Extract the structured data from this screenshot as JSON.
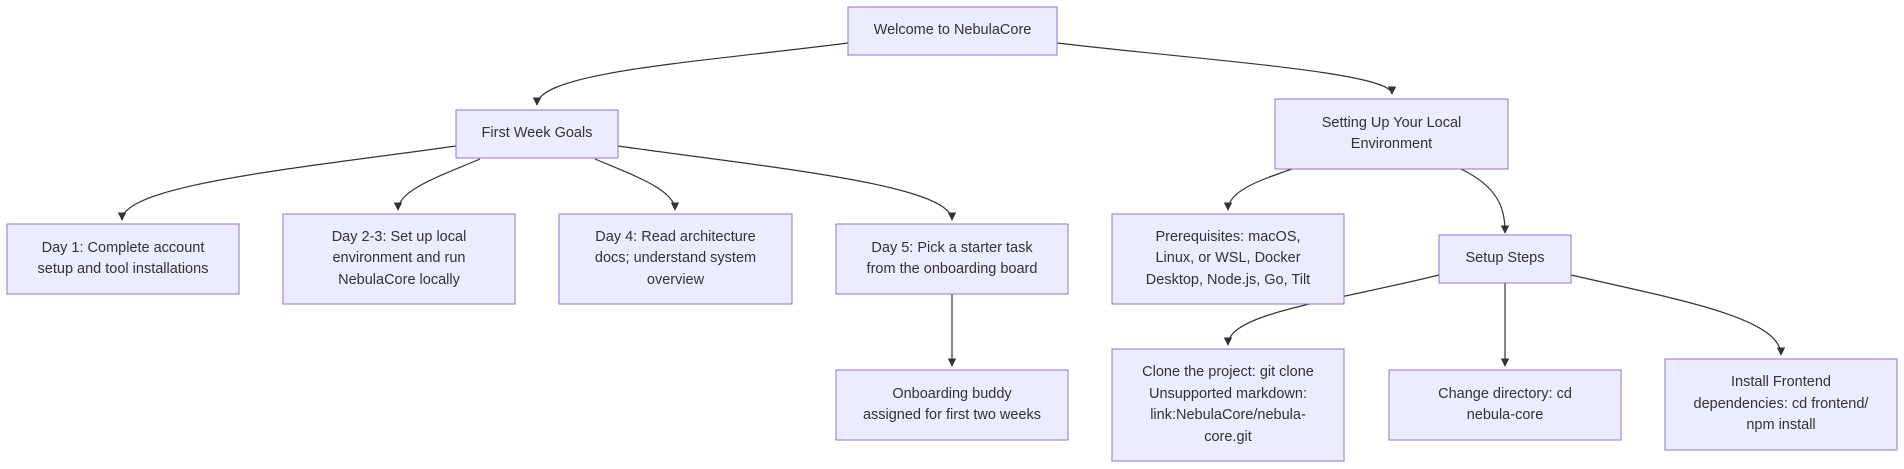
{
  "nodes": {
    "welcome": "Welcome to NebulaCore",
    "first_week_goals": "First Week Goals",
    "setup_env": "Setting Up Your Local\nEnvironment",
    "day1": "Day 1: Complete account\nsetup and tool installations",
    "day23": "Day 2-3: Set up local\nenvironment and run\nNebulaCore locally",
    "day4": "Day 4: Read architecture\ndocs; understand system\noverview",
    "day5": "Day 5: Pick a starter task\nfrom the onboarding board",
    "buddy": "Onboarding buddy\nassigned for first two weeks",
    "prereqs": "Prerequisites: macOS,\nLinux, or WSL, Docker\nDesktop, Node.js, Go, Tilt",
    "setup_steps": "Setup Steps",
    "clone": "Clone the project: git clone\nUnsupported markdown:\nlink:NebulaCore/nebula-\ncore.git",
    "cd": "Change directory: cd\nnebula-core",
    "frontend": "Install Frontend\ndependencies: cd frontend/\nnpm install"
  },
  "colors": {
    "node_fill": "#ECECFF",
    "node_stroke": "#9370DB",
    "edge": "#333333",
    "text": "#333333"
  }
}
